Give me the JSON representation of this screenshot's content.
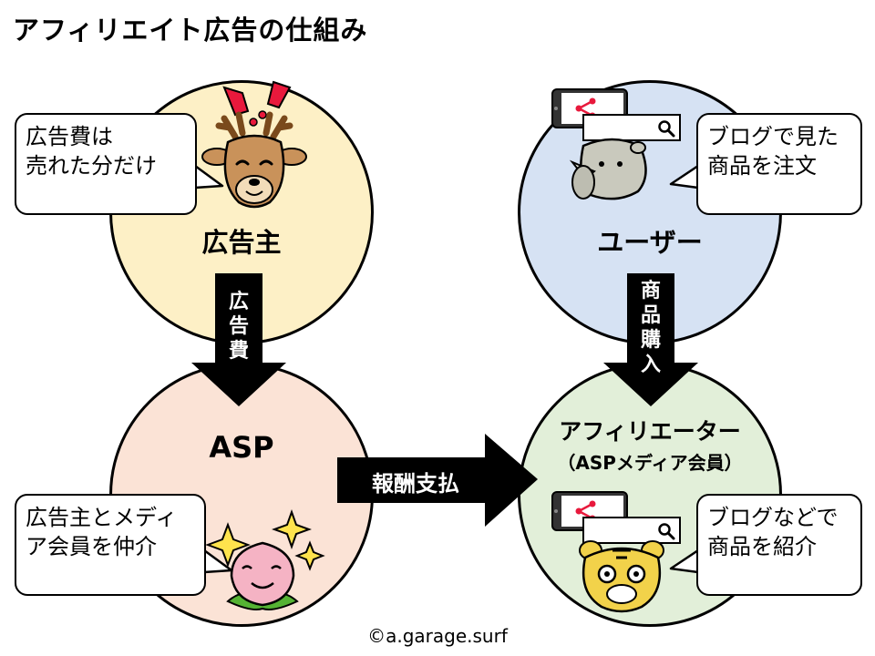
{
  "title": "アフィリエイト広告の仕組み",
  "nodes": {
    "advertiser": {
      "label": "広告主",
      "bubble": [
        "広告費は",
        "売れた分だけ"
      ]
    },
    "user": {
      "label": "ユーザー",
      "bubble": [
        "ブログで見た",
        "商品を注文"
      ]
    },
    "asp": {
      "label": "ASP",
      "bubble": [
        "広告主とメディ",
        "ア会員を仲介"
      ]
    },
    "affiliate": {
      "label": "アフィリエーター",
      "sublabel": "（ASPメディア会員）",
      "bubble": [
        "ブログなどで",
        "商品を紹介"
      ]
    }
  },
  "arrows": {
    "ad_fee": [
      "広",
      "告",
      "費"
    ],
    "purchase": [
      "商",
      "品",
      "購",
      "入"
    ],
    "reward": "報酬支払"
  },
  "copyright": "©a.garage.surf",
  "colors": {
    "advertiser": "#fdf0c6",
    "user": "#d6e2f3",
    "asp": "#fbe3d6",
    "affiliate": "#e2efd9",
    "arrow": "#000000",
    "accent": "#e8193c"
  },
  "icons": [
    "deer-icon",
    "exclamation-icon",
    "rhino-icon",
    "peach-icon",
    "sparkle-icon",
    "tiger-icon",
    "smartphone-icon",
    "share-icon",
    "search-icon"
  ]
}
